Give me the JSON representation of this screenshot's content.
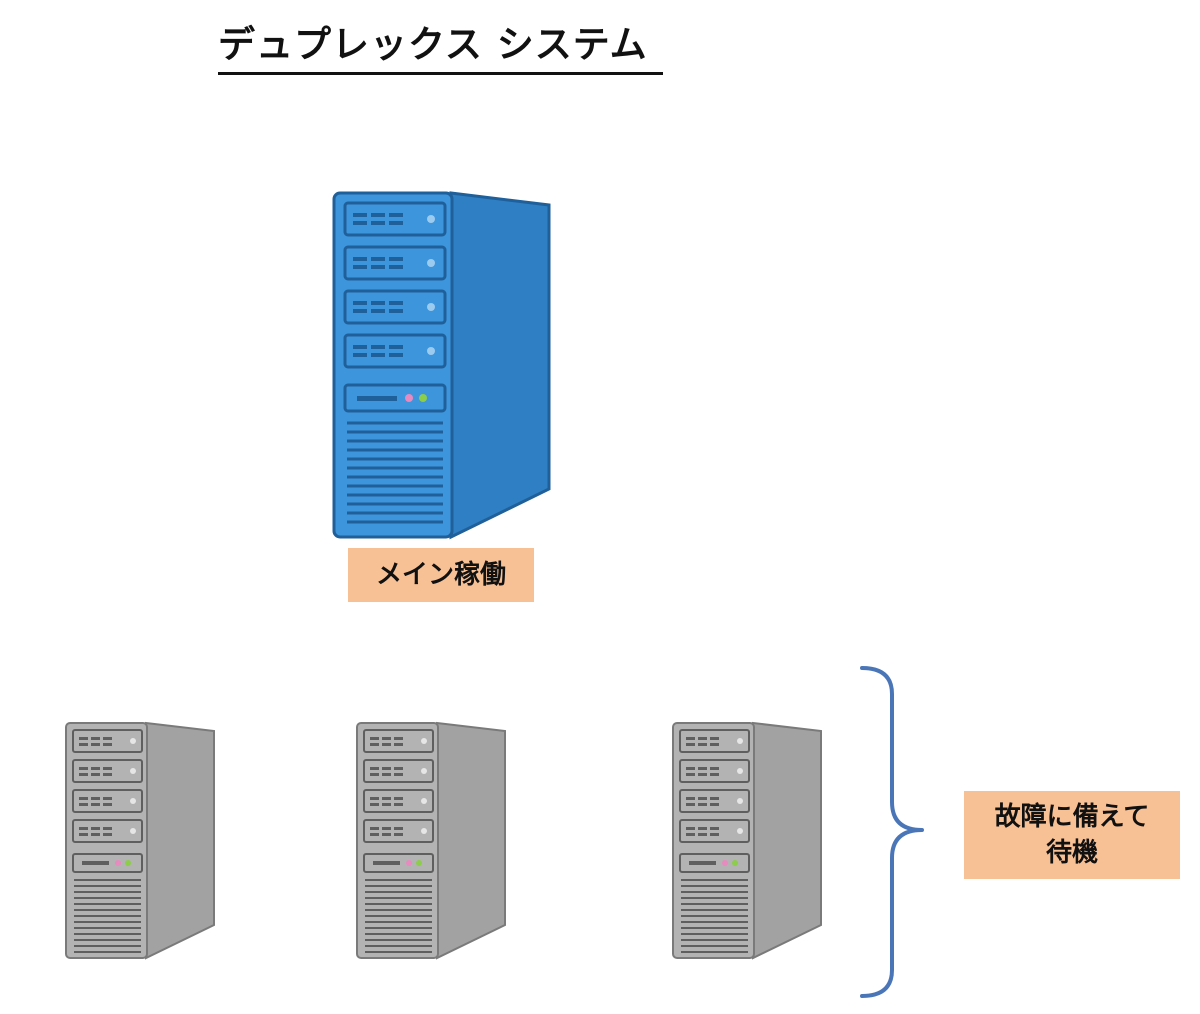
{
  "title": "デュプレックス システム",
  "main_server": {
    "label": "メイン稼働",
    "icon": "server-tower-icon",
    "color": "#3b8fd6"
  },
  "standby_servers": {
    "label_line1": "故障に備えて",
    "label_line2": "待機",
    "icon": "server-tower-icon",
    "color": "#a9a9a9",
    "count": 3
  },
  "colors": {
    "label_background": "#f8c195",
    "brace": "#4a76b8"
  }
}
